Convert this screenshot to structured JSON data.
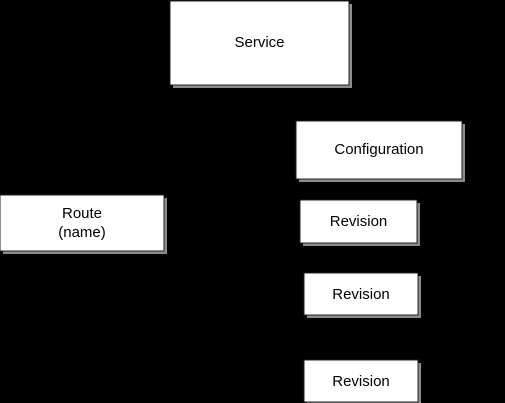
{
  "background_color": "#000000",
  "node_fill_color": "#ffffff",
  "nodes": {
    "service": {
      "label": "Service"
    },
    "configuration": {
      "label": "Configuration"
    },
    "route": {
      "line1": "Route",
      "line2": "(name)"
    },
    "revision_1": {
      "label": "Revision"
    },
    "revision_2": {
      "label": "Revision"
    },
    "revision_3": {
      "label": "Revision"
    }
  }
}
